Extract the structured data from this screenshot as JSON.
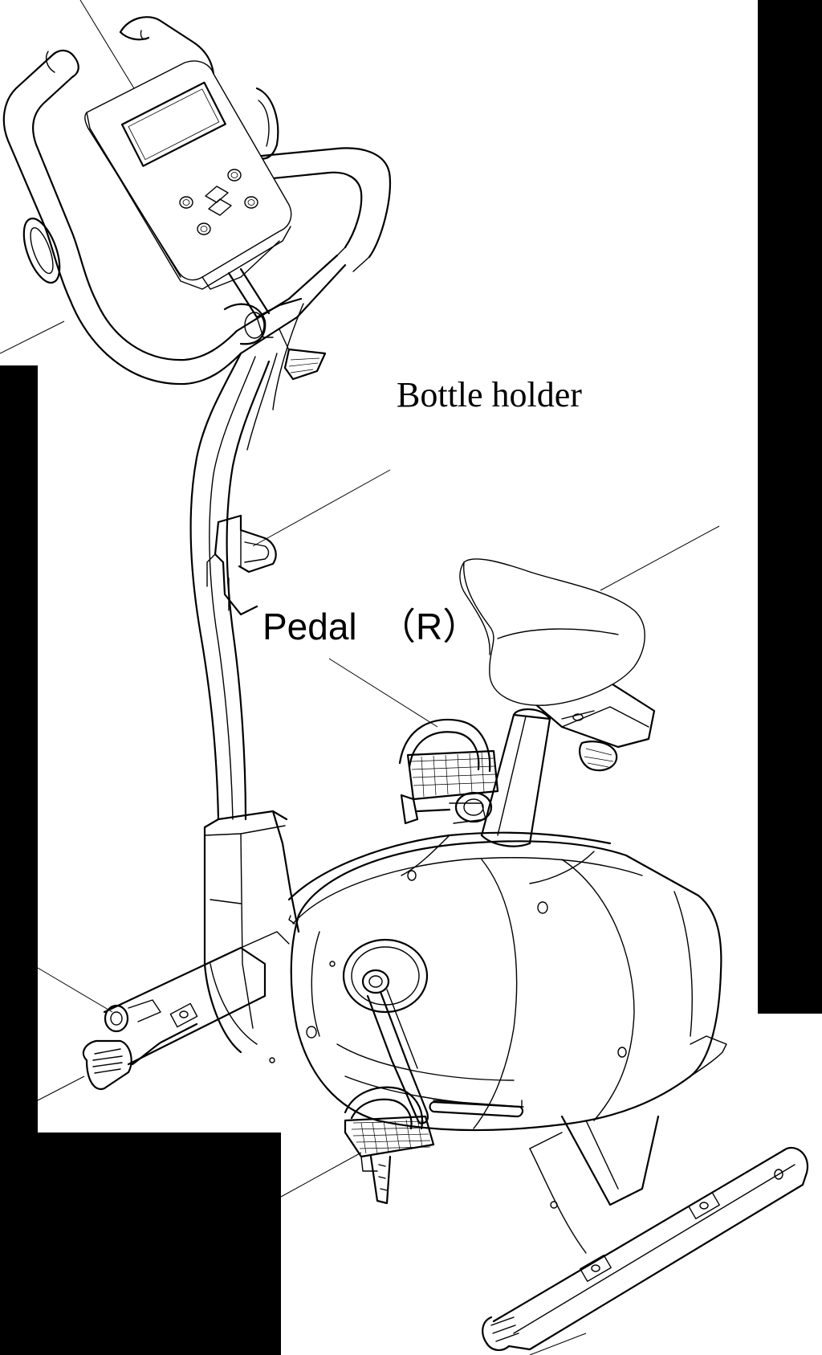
{
  "labels": {
    "bottle_holder": "Bottle holder",
    "pedal": "Pedal",
    "pedal_side": "（R）"
  },
  "colors": {
    "line": "#000000",
    "background": "#ffffff",
    "mask": "#000000"
  }
}
